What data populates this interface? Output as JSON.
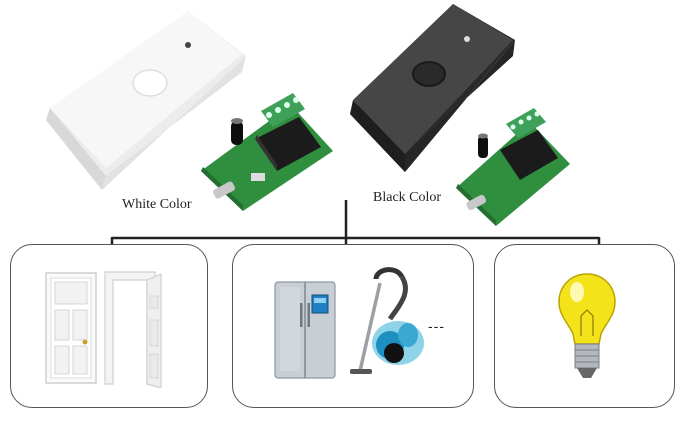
{
  "products": [
    {
      "id": "white",
      "caption": "White Color",
      "case_color": "#f2f2f2"
    },
    {
      "id": "black",
      "caption": "Black Color",
      "case_color": "#3a3a3a"
    }
  ],
  "appliances_suffix": "---",
  "colors": {
    "pcb_green": "#2f8f3f",
    "terminal_green": "#3fa05a",
    "relay_black": "#1b1b1b",
    "connector_line": "#222222",
    "panel_border": "#555555",
    "bulb_yellow": "#f4e31a"
  },
  "icons": [
    "door-icon",
    "doorframe-icon",
    "refrigerator-icon",
    "vacuum-cleaner-icon",
    "light-bulb-icon"
  ]
}
